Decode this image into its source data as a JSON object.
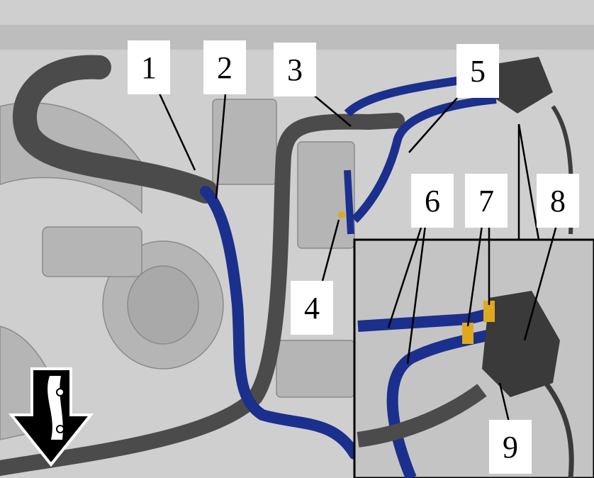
{
  "diagram": {
    "callouts": [
      "1",
      "2",
      "3",
      "4",
      "5",
      "6",
      "7",
      "8",
      "9"
    ],
    "colors": {
      "background": "#c9c9c9",
      "hose_dark": "#4b4b4b",
      "hose_blue": "#1b2f8c",
      "clip": "#e0a81e",
      "inset_border": "#000000"
    },
    "icons": {
      "orientation_arrow": "front-direction-arrow-icon"
    }
  }
}
